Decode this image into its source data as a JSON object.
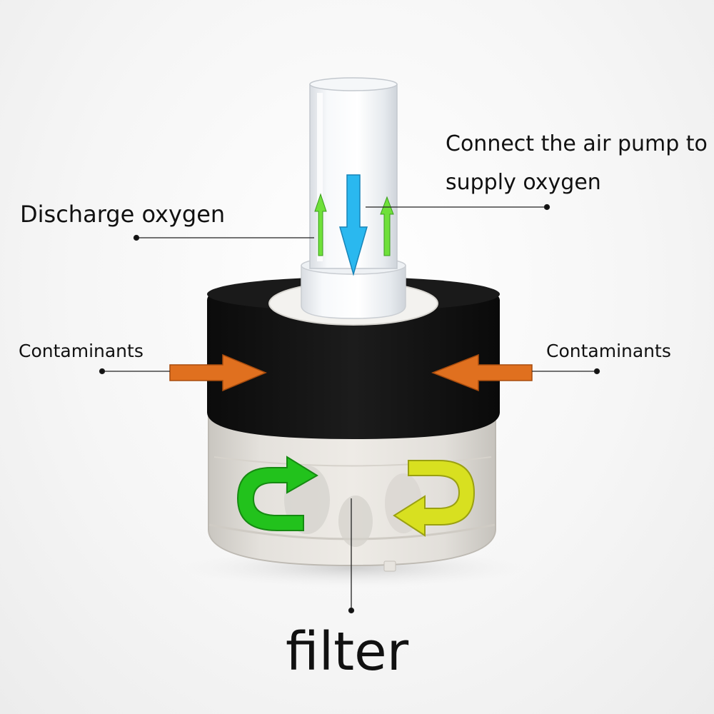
{
  "labels": {
    "air_pump_line1": "Connect the air pump to",
    "air_pump_line2": "supply oxygen",
    "discharge": "Discharge oxygen",
    "contaminants_left": "Contaminants",
    "contaminants_right": "Contaminants",
    "filter": "filter"
  },
  "colors": {
    "oxygen_in_arrow": "#2ab8ef",
    "oxygen_out_arrow": "#6fe03a",
    "contaminant_arrow": "#e0701f",
    "circulation_left": "#22c21c",
    "circulation_right": "#d8e020",
    "sponge": "#121212",
    "leader_line": "#222222"
  }
}
